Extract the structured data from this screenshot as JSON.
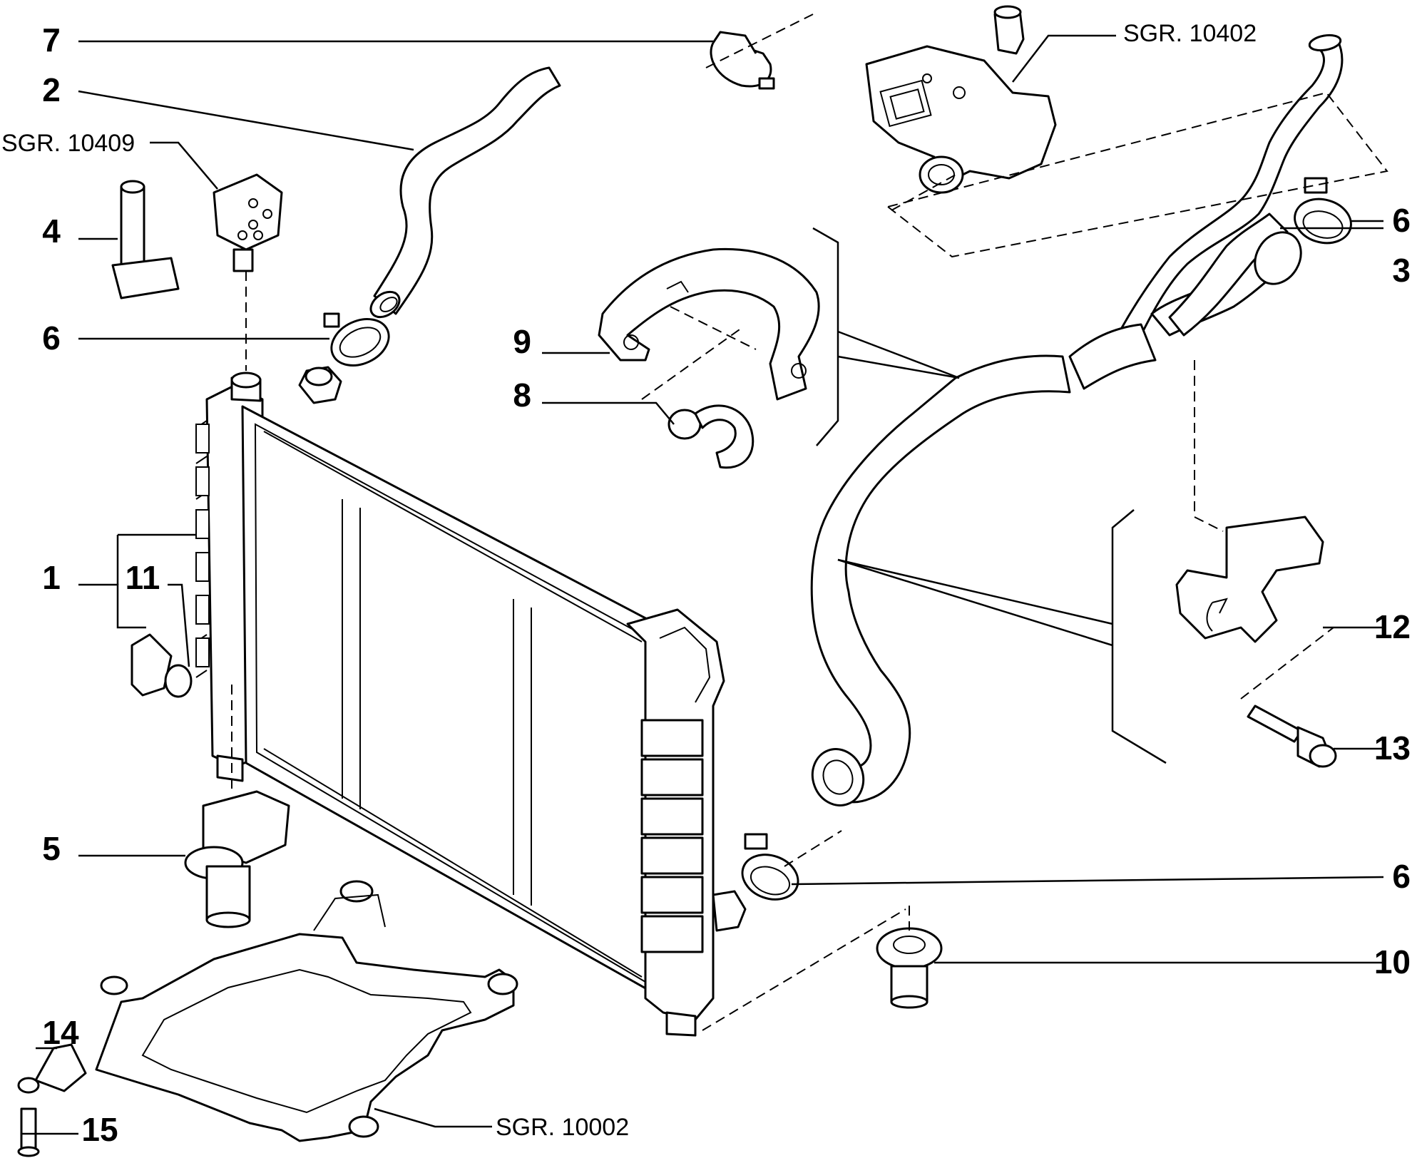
{
  "callouts": {
    "n1": "1",
    "n2": "2",
    "n3": "3",
    "n4": "4",
    "n5": "5",
    "n6a": "6",
    "n6b": "6",
    "n6c": "6",
    "n7": "7",
    "n8": "8",
    "n9": "9",
    "n10": "10",
    "n11": "11",
    "n12": "12",
    "n13": "13",
    "n14": "14",
    "n15": "15"
  },
  "references": {
    "sgr_10409": "SGR. 10409",
    "sgr_10402": "SGR. 10402",
    "sgr_10002": "SGR. 10002"
  }
}
